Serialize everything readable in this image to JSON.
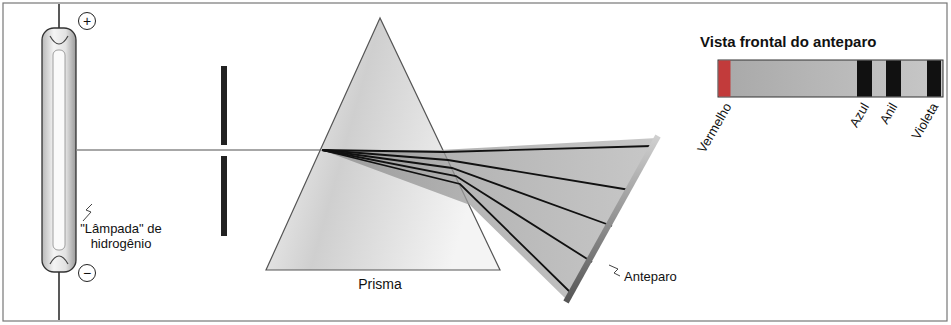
{
  "diagram": {
    "nodes": [
      {
        "text": [
          "+"
        ]
      },
      {
        "text": [
          "−"
        ]
      },
      {
        "text": [
          "Prisma"
        ]
      }
    ],
    "labels": [
      "\"Lâmpada\" de hidrogênio",
      "Anteparo",
      "Vista frontal do anteparo",
      "Vermelho",
      "Azul",
      "Anil",
      "Violeta"
    ]
  }
}
